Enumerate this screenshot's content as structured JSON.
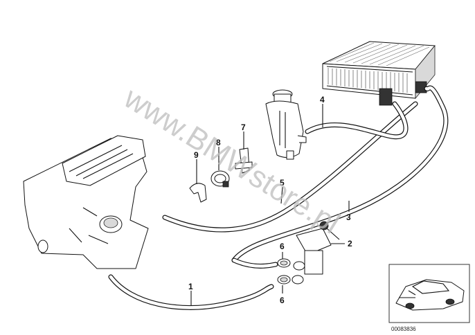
{
  "diagram": {
    "callouts": [
      {
        "id": "1",
        "label": "1"
      },
      {
        "id": "2",
        "label": "2"
      },
      {
        "id": "3",
        "label": "3"
      },
      {
        "id": "4",
        "label": "4"
      },
      {
        "id": "5",
        "label": "5"
      },
      {
        "id": "6a",
        "label": "6"
      },
      {
        "id": "6b",
        "label": "6"
      },
      {
        "id": "7",
        "label": "7"
      },
      {
        "id": "8",
        "label": "8"
      },
      {
        "id": "9",
        "label": "9"
      }
    ],
    "watermark": "www.BMWstore.pl",
    "reference_number": "00083836"
  }
}
